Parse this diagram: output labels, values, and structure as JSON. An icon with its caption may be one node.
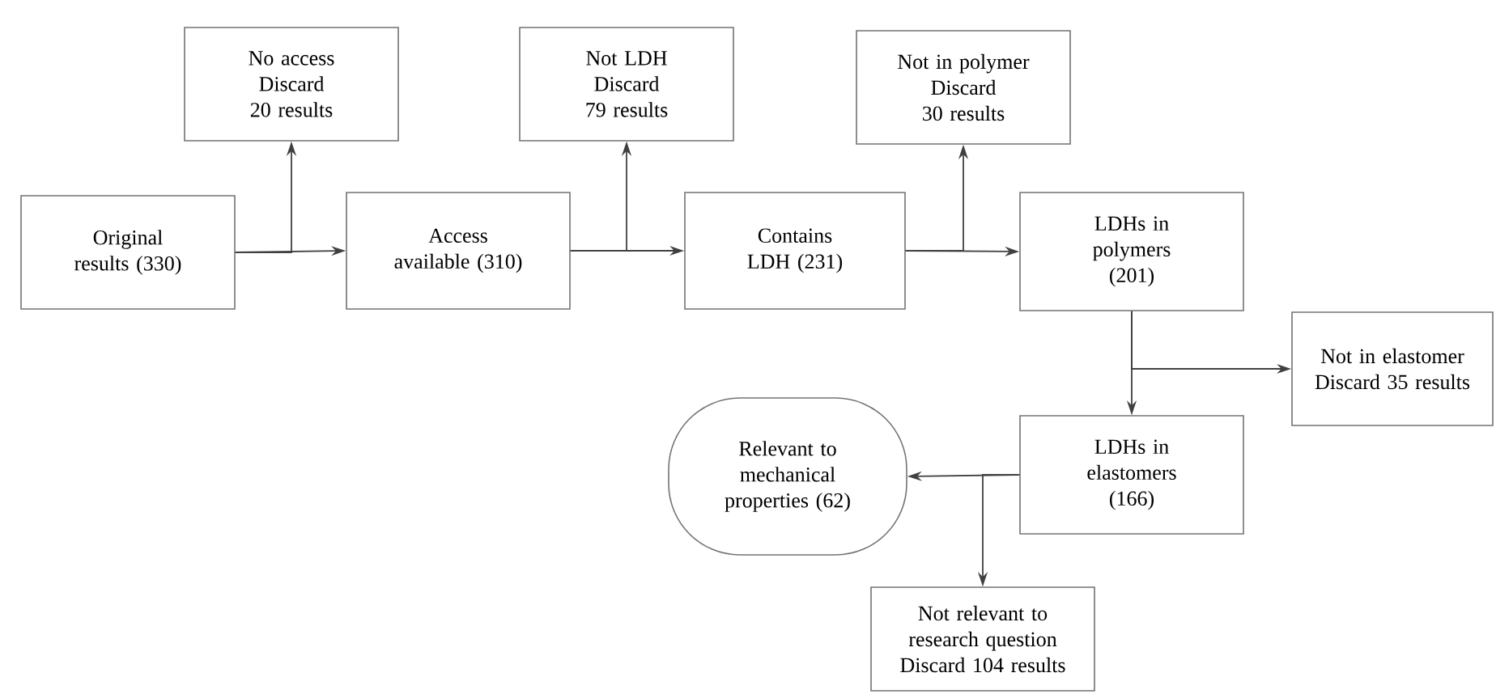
{
  "diagram": {
    "nodes": [
      {
        "text": [
          "Original results (330)"
        ]
      },
      {
        "text": [
          "No access Discard 20 results"
        ]
      },
      {
        "text": [
          "Access available (310)"
        ]
      },
      {
        "text": [
          "Not LDH Discard 79 results"
        ]
      },
      {
        "text": [
          "Contains LDH (231)"
        ]
      },
      {
        "text": [
          "Not in polymer Discard 30 results"
        ]
      },
      {
        "text": [
          "LDHs in polymers (201)"
        ]
      },
      {
        "text": [
          "Not in elastomer Discard 35 results"
        ]
      },
      {
        "text": [
          "LDHs in elastomers (166)"
        ]
      },
      {
        "text": [
          "Relevant to mechanical properties (62)"
        ]
      },
      {
        "text": [
          "Not relevant to research question Discard 104 results"
        ]
      }
    ],
    "edges": [
      {
        "from": 0,
        "to": 1,
        "arrow": "to"
      },
      {
        "from": 0,
        "to": 2,
        "arrow": "to"
      },
      {
        "from": 2,
        "to": 3,
        "arrow": "to"
      },
      {
        "from": 2,
        "to": 4,
        "arrow": "to"
      },
      {
        "from": 4,
        "to": 5,
        "arrow": "to"
      },
      {
        "from": 4,
        "to": 6,
        "arrow": "to"
      },
      {
        "from": 6,
        "to": 7,
        "arrow": "to"
      },
      {
        "from": 6,
        "to": 8,
        "arrow": "to"
      },
      {
        "from": 8,
        "to": 9,
        "arrow": "to"
      },
      {
        "from": 8,
        "to": 10,
        "arrow": "to"
      }
    ]
  }
}
